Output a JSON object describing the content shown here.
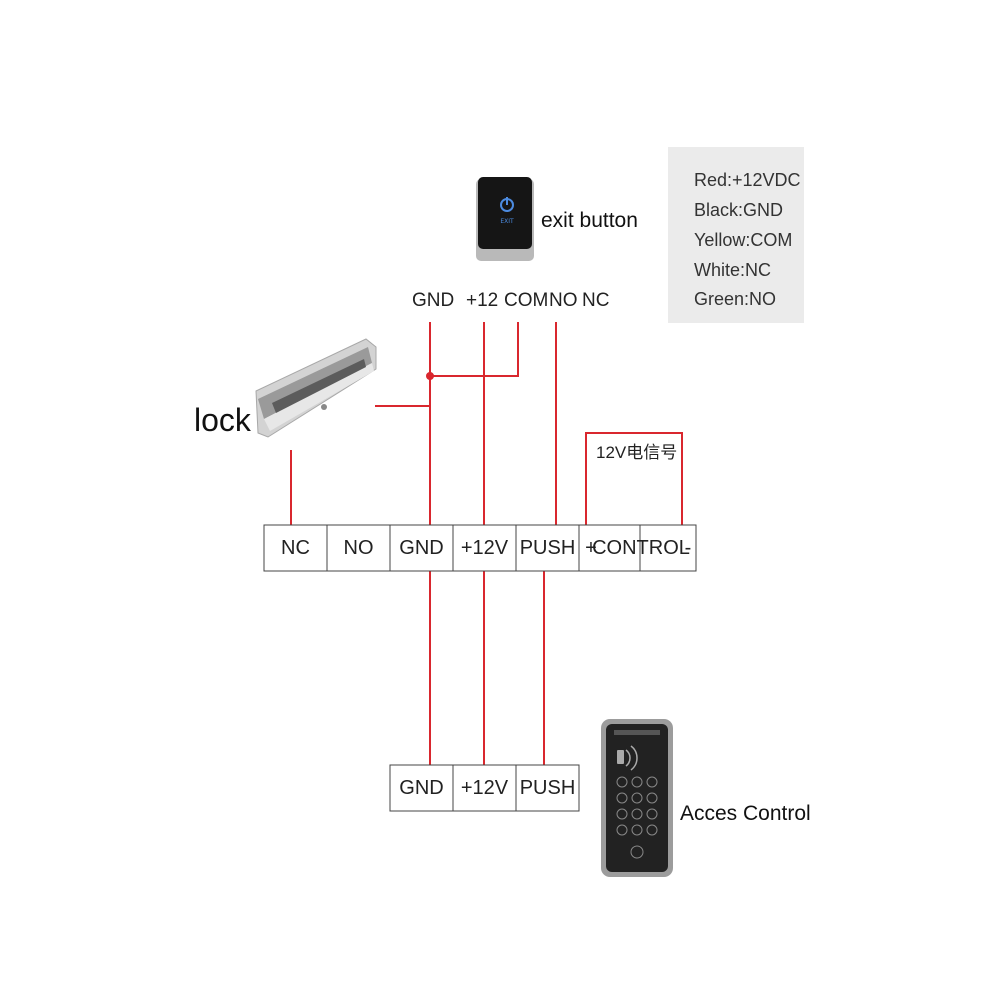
{
  "colors": {
    "wire": "#d9272e",
    "grid": "#444444",
    "legend_bg": "#ebebeb"
  },
  "legend": {
    "lines": [
      "Red:+12VDC",
      "Black:GND",
      "Yellow:COM",
      "White:NC",
      "Green:NO"
    ]
  },
  "exit_button": {
    "icon": "exit-button-icon",
    "label": "exit button",
    "face_text": "EXIT",
    "terminals": [
      "GND",
      "+12",
      "COM",
      "NO",
      "NC"
    ]
  },
  "lock": {
    "icon": "magnetic-lock-icon",
    "label": "lock"
  },
  "signal_label": "12V电信号",
  "controller_terminals": [
    "NC",
    "NO",
    "GND",
    "+12V",
    "PUSH",
    "+",
    "CONTROL",
    "-"
  ],
  "access_control": {
    "icon": "keypad-icon",
    "label": "Acces Control",
    "terminals": [
      "GND",
      "+12V",
      "PUSH"
    ]
  }
}
